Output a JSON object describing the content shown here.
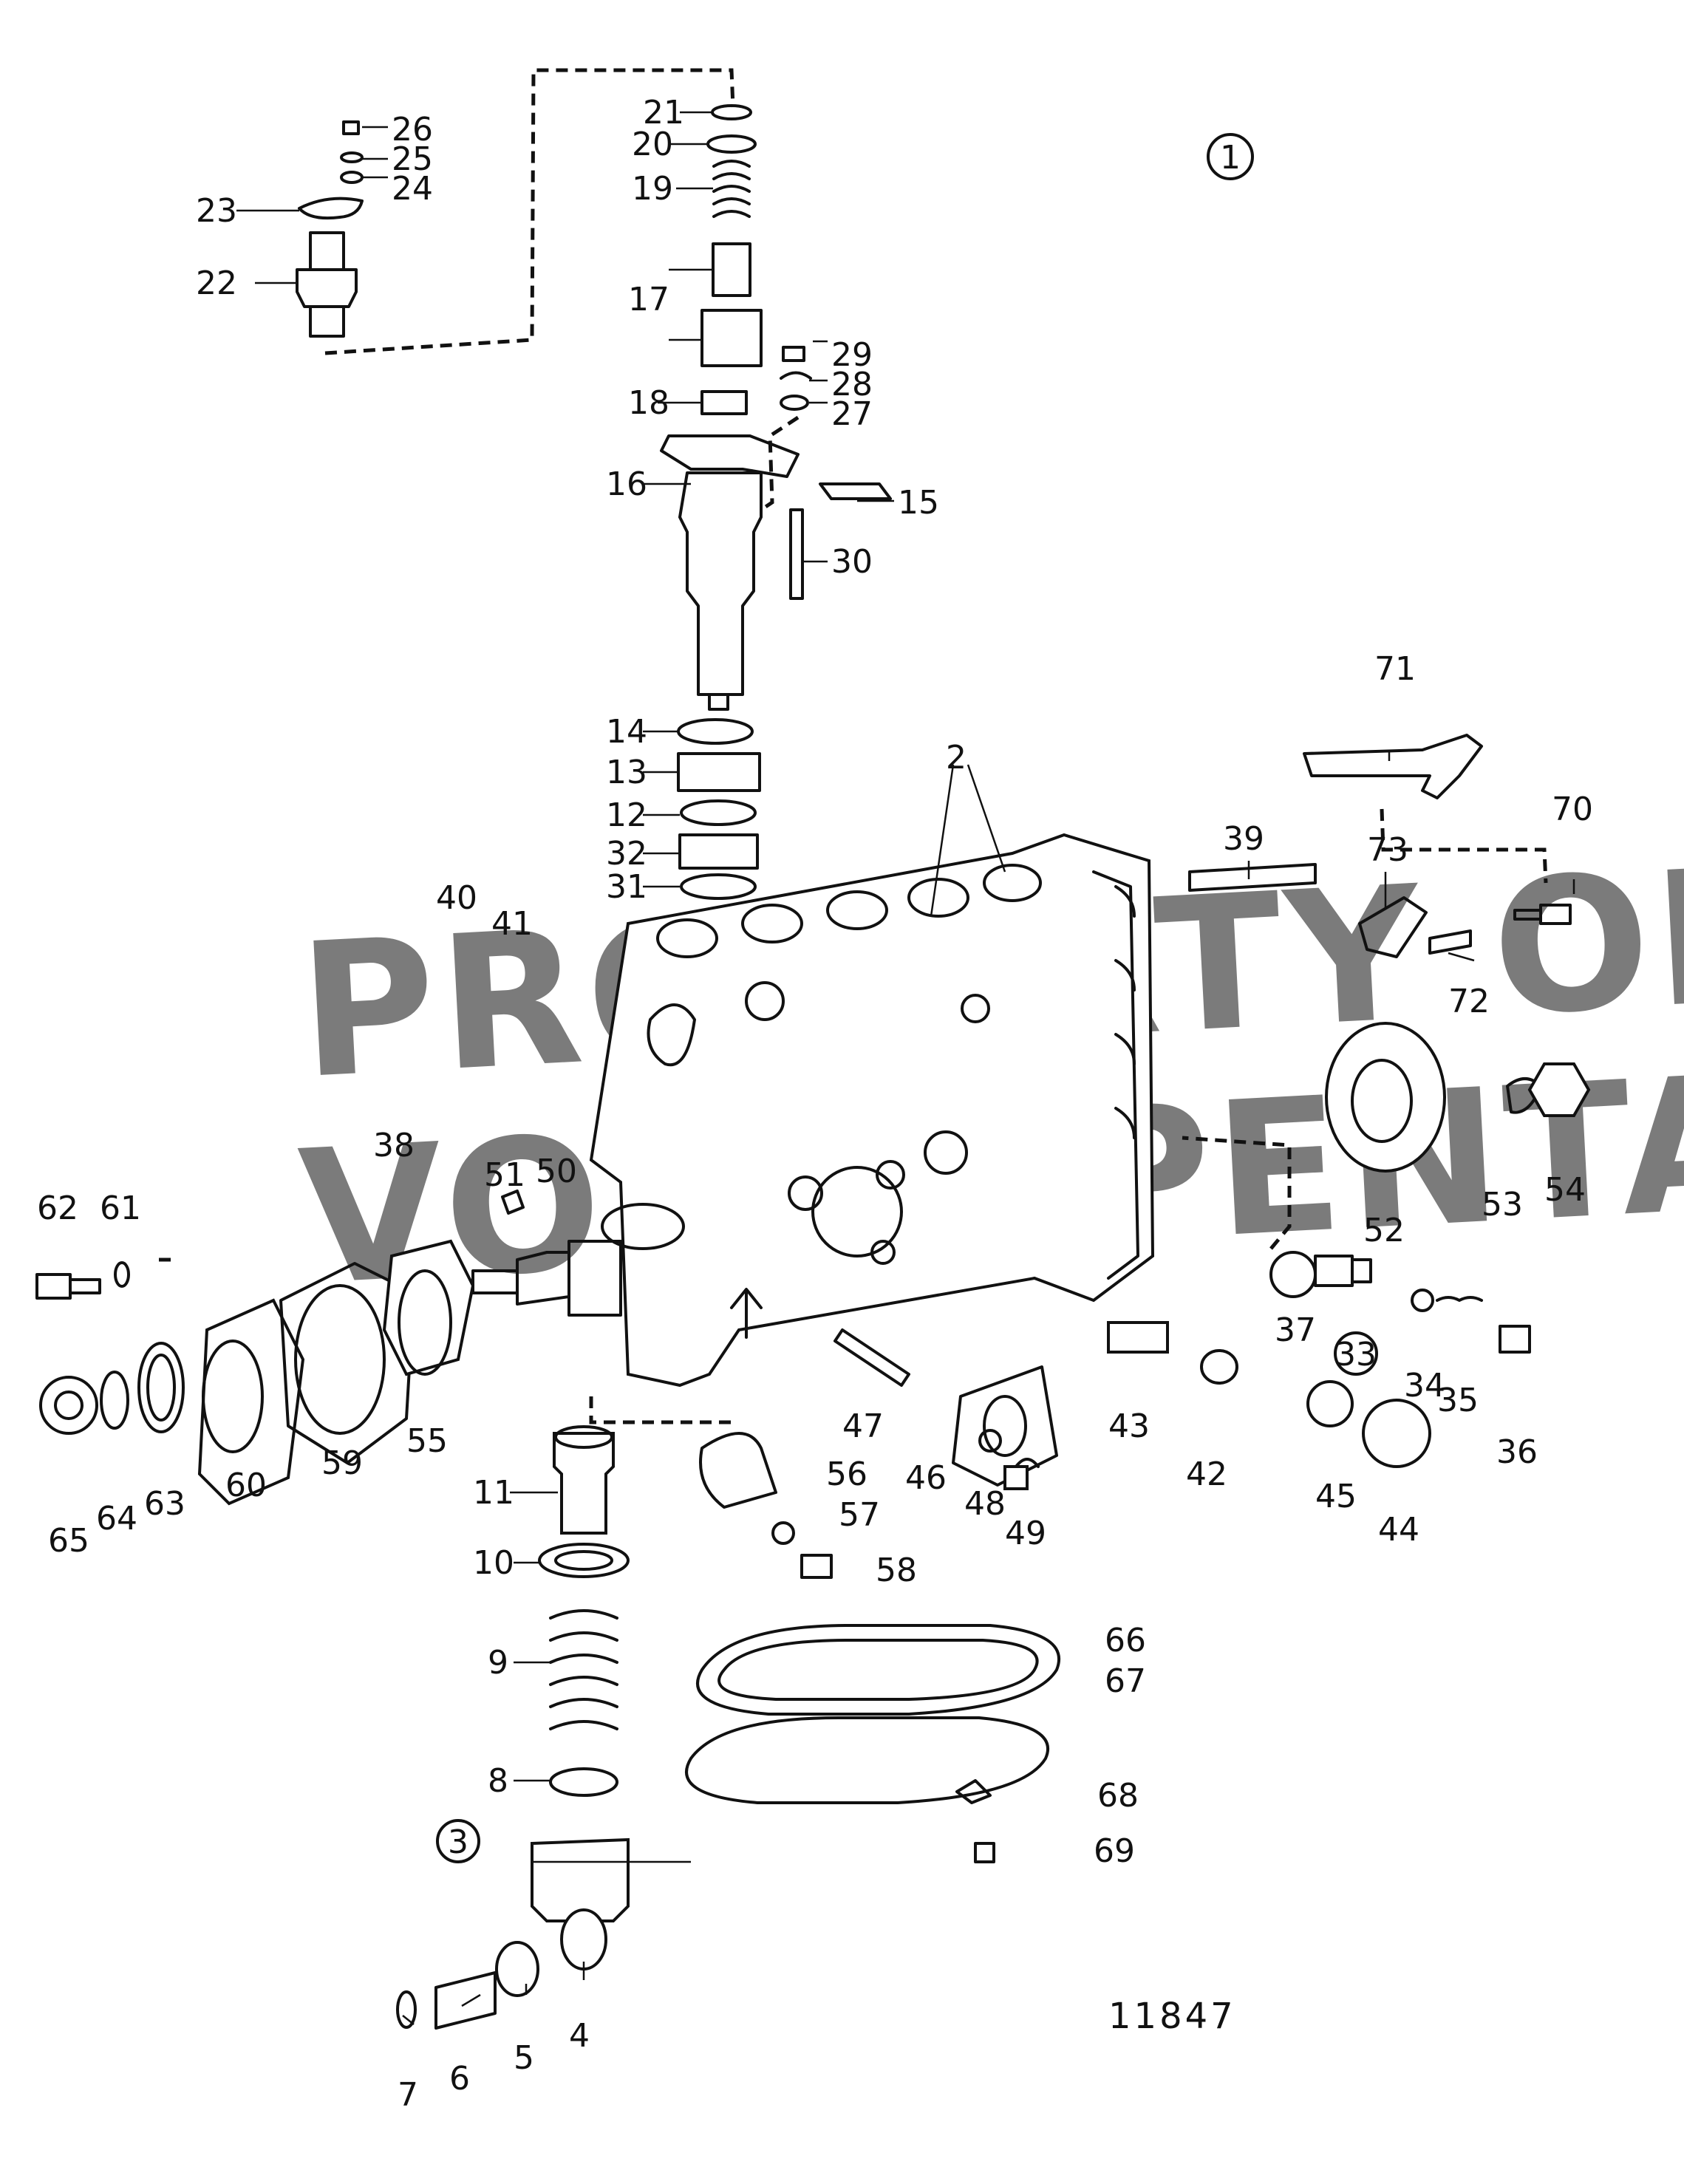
{
  "diagram": {
    "group_number": "1",
    "drawing_number": "11847",
    "watermark_lines": [
      "PROPERTY OF",
      "VOLVO PENTA"
    ],
    "part_labels": [
      "2",
      "3",
      "4",
      "5",
      "6",
      "7",
      "8",
      "9",
      "10",
      "11",
      "12",
      "13",
      "14",
      "15",
      "16",
      "17",
      "18",
      "19",
      "20",
      "21",
      "22",
      "23",
      "24",
      "25",
      "26",
      "27",
      "28",
      "29",
      "30",
      "31",
      "32",
      "33",
      "34",
      "35",
      "36",
      "37",
      "38",
      "39",
      "40",
      "41",
      "42",
      "43",
      "44",
      "45",
      "46",
      "47",
      "48",
      "49",
      "50",
      "51",
      "52",
      "53",
      "54",
      "55",
      "56",
      "57",
      "58",
      "59",
      "60",
      "61",
      "62",
      "63",
      "64",
      "65",
      "66",
      "67",
      "68",
      "69",
      "70",
      "71",
      "72",
      "73"
    ],
    "circled_labels": [
      "1",
      "3",
      "33"
    ]
  }
}
